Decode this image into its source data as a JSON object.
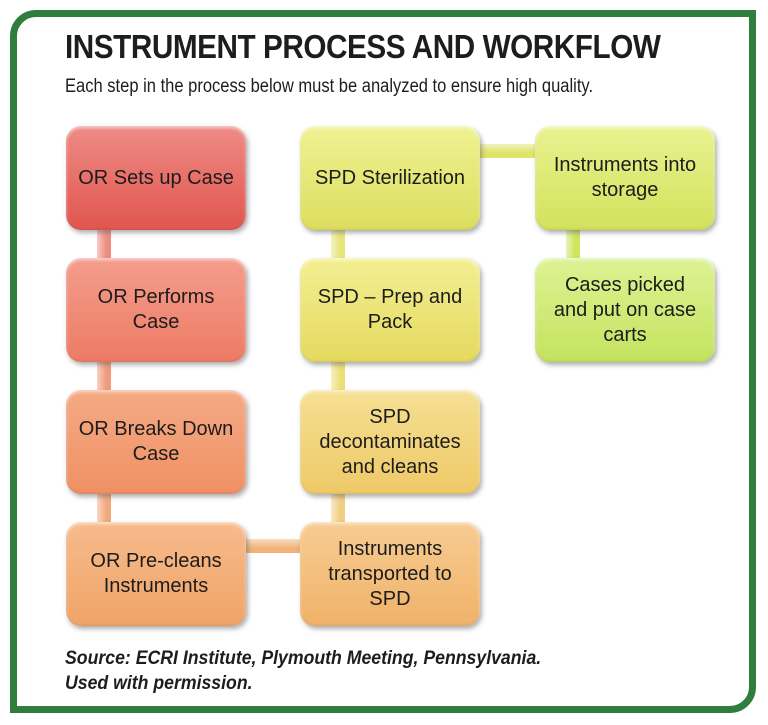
{
  "frame": {
    "border_color": "#2F7E3E"
  },
  "header": {
    "title": "INSTRUMENT PROCESS AND WORKFLOW",
    "subtitle": "Each step in the process below must be analyzed to ensure high quality."
  },
  "flowchart": {
    "text_color": "#1c1c1c",
    "boxes": [
      {
        "label": "OR Sets up Case",
        "color_top": "#EF8B86",
        "color_bottom": "#E0564E"
      },
      {
        "label": "OR Performs\nCase",
        "color_top": "#F49D8D",
        "color_bottom": "#ED7B64"
      },
      {
        "label": "OR Breaks Down\nCase",
        "color_top": "#F5AA85",
        "color_bottom": "#EF9064"
      },
      {
        "label": "OR Pre-cleans\nInstruments",
        "color_top": "#F7BB8C",
        "color_bottom": "#F0A467"
      },
      {
        "label": "SPD Sterilization",
        "color_top": "#EFF293",
        "color_bottom": "#DCDD5E"
      },
      {
        "label": "SPD – Prep and\nPack",
        "color_top": "#F3EF93",
        "color_bottom": "#E5D95E"
      },
      {
        "label": "SPD\ndecontaminates\nand cleans",
        "color_top": "#F6E093",
        "color_bottom": "#EEC967"
      },
      {
        "label": "Instruments\ntransported to\nSPD",
        "color_top": "#F7CC92",
        "color_bottom": "#F0B269"
      },
      {
        "label": "Instruments into\nstorage",
        "color_top": "#E9F290",
        "color_bottom": "#D2E25C"
      },
      {
        "label": "Cases picked\nand put on case\ncarts",
        "color_top": "#DDF293",
        "color_bottom": "#C4E35F"
      }
    ],
    "connectors": [
      {
        "from": "OR Sets up Case",
        "to": "OR Performs Case",
        "color": "#EE8E83"
      },
      {
        "from": "OR Performs Case",
        "to": "OR Breaks Down Case",
        "color": "#F19B7C"
      },
      {
        "from": "OR Breaks Down Case",
        "to": "OR Pre-cleans Instruments",
        "color": "#F3A97E"
      },
      {
        "from": "OR Pre-cleans Instruments",
        "to": "Instruments transported to SPD",
        "color": "#F1B377"
      },
      {
        "from": "SPD Sterilization",
        "to": "SPD – Prep and Pack",
        "color": "#E5E77B"
      },
      {
        "from": "SPD – Prep and Pack",
        "to": "SPD decontaminates and cleans",
        "color": "#EDDF77"
      },
      {
        "from": "SPD decontaminates and cleans",
        "to": "Instruments transported to SPD",
        "color": "#F2CE83"
      },
      {
        "from": "SPD Sterilization",
        "to": "Instruments into storage",
        "color": "#DEE466"
      },
      {
        "from": "Instruments into storage",
        "to": "Cases picked and put on case carts",
        "color": "#CDE55F"
      }
    ]
  },
  "footer": {
    "source_line1": "Source: ECRI Institute, Plymouth Meeting, Pennsylvania.",
    "source_line2": "Used with permission."
  }
}
